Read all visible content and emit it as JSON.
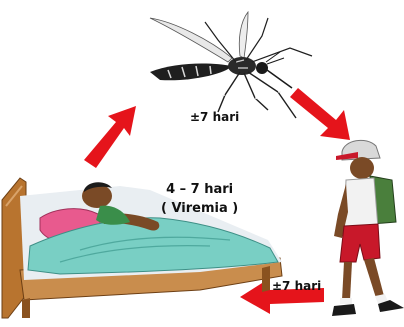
{
  "cycle": {
    "mosquito_to_child": "±7 hari",
    "viremia_duration": "4 – 7 hari",
    "viremia_note": "( Viremia )",
    "child_to_patient": "±7 hari"
  },
  "colors": {
    "arrow": "#e5141b",
    "mosquito": "#1f1f1f",
    "blanket": "#79cfc4",
    "bed_frame": "#b8742f",
    "uniform_shirt": "#f2f2f2",
    "uniform_shorts": "#c8182a",
    "skin": "#7a4a26"
  },
  "icons": [
    "mosquito-icon",
    "sick-person-in-bed-icon",
    "schoolchild-icon",
    "cycle-arrow-icon"
  ]
}
